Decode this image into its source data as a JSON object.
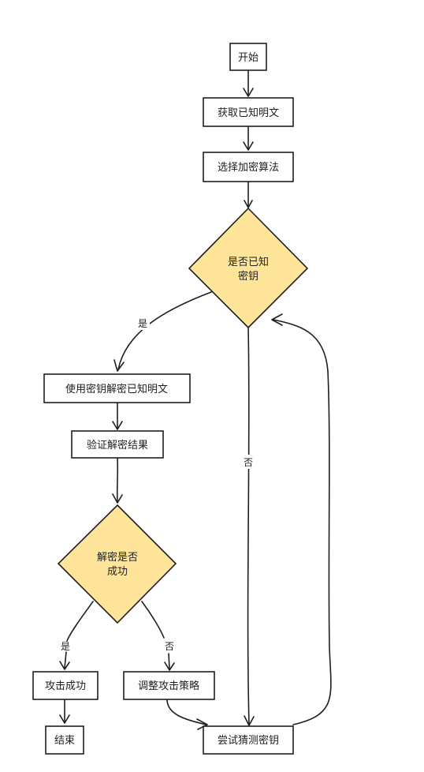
{
  "diagram": {
    "nodes": {
      "start": "开始",
      "get_plaintext": "获取已知明文",
      "choose_algorithm": "选择加密算法",
      "key_known_line1": "是否已知",
      "key_known_line2": "密钥",
      "decrypt_with_key": "使用密钥解密已知明文",
      "verify_result": "验证解密结果",
      "decrypt_success_line1": "解密是否",
      "decrypt_success_line2": "成功",
      "attack_success": "攻击成功",
      "adjust_strategy": "调整攻击策略",
      "guess_key": "尝试猜测密钥",
      "end": "结束"
    },
    "edge_labels": {
      "key_known_yes": "是",
      "key_known_no": "否",
      "success_yes": "是",
      "success_no": "否"
    },
    "colors": {
      "decision_fill": "#ffe599",
      "stroke": "#1e1e1e",
      "process_fill": "#ffffff"
    }
  }
}
